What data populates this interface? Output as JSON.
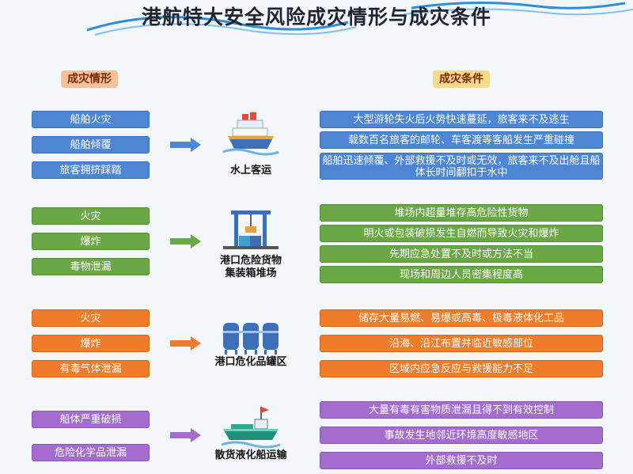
{
  "title": "港航特大安全风险成灾情形与成灾条件",
  "headers": {
    "left": "成灾情形",
    "right": "成灾条件"
  },
  "colors": {
    "blue": "#4d87d4",
    "green": "#6aa845",
    "orange": "#ef7c2b",
    "purple": "#a46ccf"
  },
  "groups": [
    {
      "label": "水上客运",
      "icon": "cruise-ship-icon",
      "situations": [
        "船舶火灾",
        "船舶倾覆",
        "旅客拥挤踩踏"
      ],
      "conditions": [
        "大型游轮失火后火势快速蔓延，旅客来不及逃生",
        "载数百名旅客的邮轮、车客渡等客船发生严重碰撞",
        "船舶迅速倾覆、外部救援不及时或无效，旅客来不及出舱且船体长时间翻扣于水中"
      ]
    },
    {
      "label_line1": "港口危险货物",
      "label_line2": "集装箱堆场",
      "icon": "container-crane-icon",
      "situations": [
        "火灾",
        "爆炸",
        "毒物泄漏"
      ],
      "conditions": [
        "堆场内超量堆存高危险性货物",
        "明火或包装破损发生自燃而导致火灾和爆炸",
        "先期应急处置不及时或方法不当",
        "现场和周边人员密集程度高"
      ]
    },
    {
      "label": "港口危化品罐区",
      "icon": "storage-tank-icon",
      "situations": [
        "火灾",
        "爆炸",
        "有毒气体泄漏"
      ],
      "conditions": [
        "储存大量易燃、易爆或高毒、极毒液体化工品",
        "沿海、沿江布置并临近敏感部位",
        "区域内应急反应与救援能力不足"
      ]
    },
    {
      "label": "散货液化船运输",
      "icon": "tanker-ship-icon",
      "situations": [
        "船体严重破损",
        "危险化学品泄漏"
      ],
      "conditions": [
        "大量有毒有害物质泄漏且得不到有效控制",
        "事故发生地邻近环境高度敏感地区",
        "外部救援不及时"
      ]
    }
  ]
}
